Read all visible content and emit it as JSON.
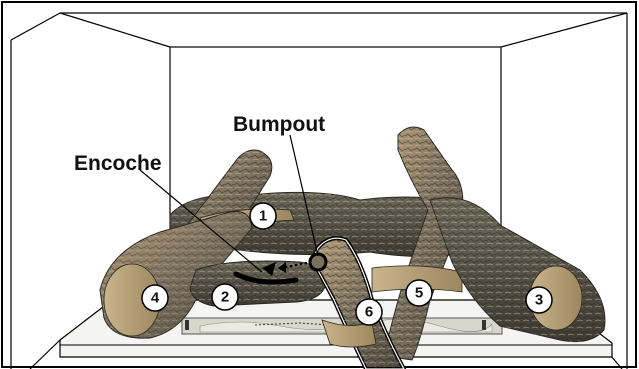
{
  "labels": {
    "encoche": "Encoche",
    "bumpout": "Bumpout"
  },
  "log_numbers": [
    "1",
    "2",
    "3",
    "4",
    "5",
    "6"
  ],
  "colors": {
    "frame": "#000000",
    "log_bark": "#5f5a4a",
    "log_light": "#a89470",
    "ember_white": "#e8e6df",
    "callout_fill": "#ffffff"
  }
}
